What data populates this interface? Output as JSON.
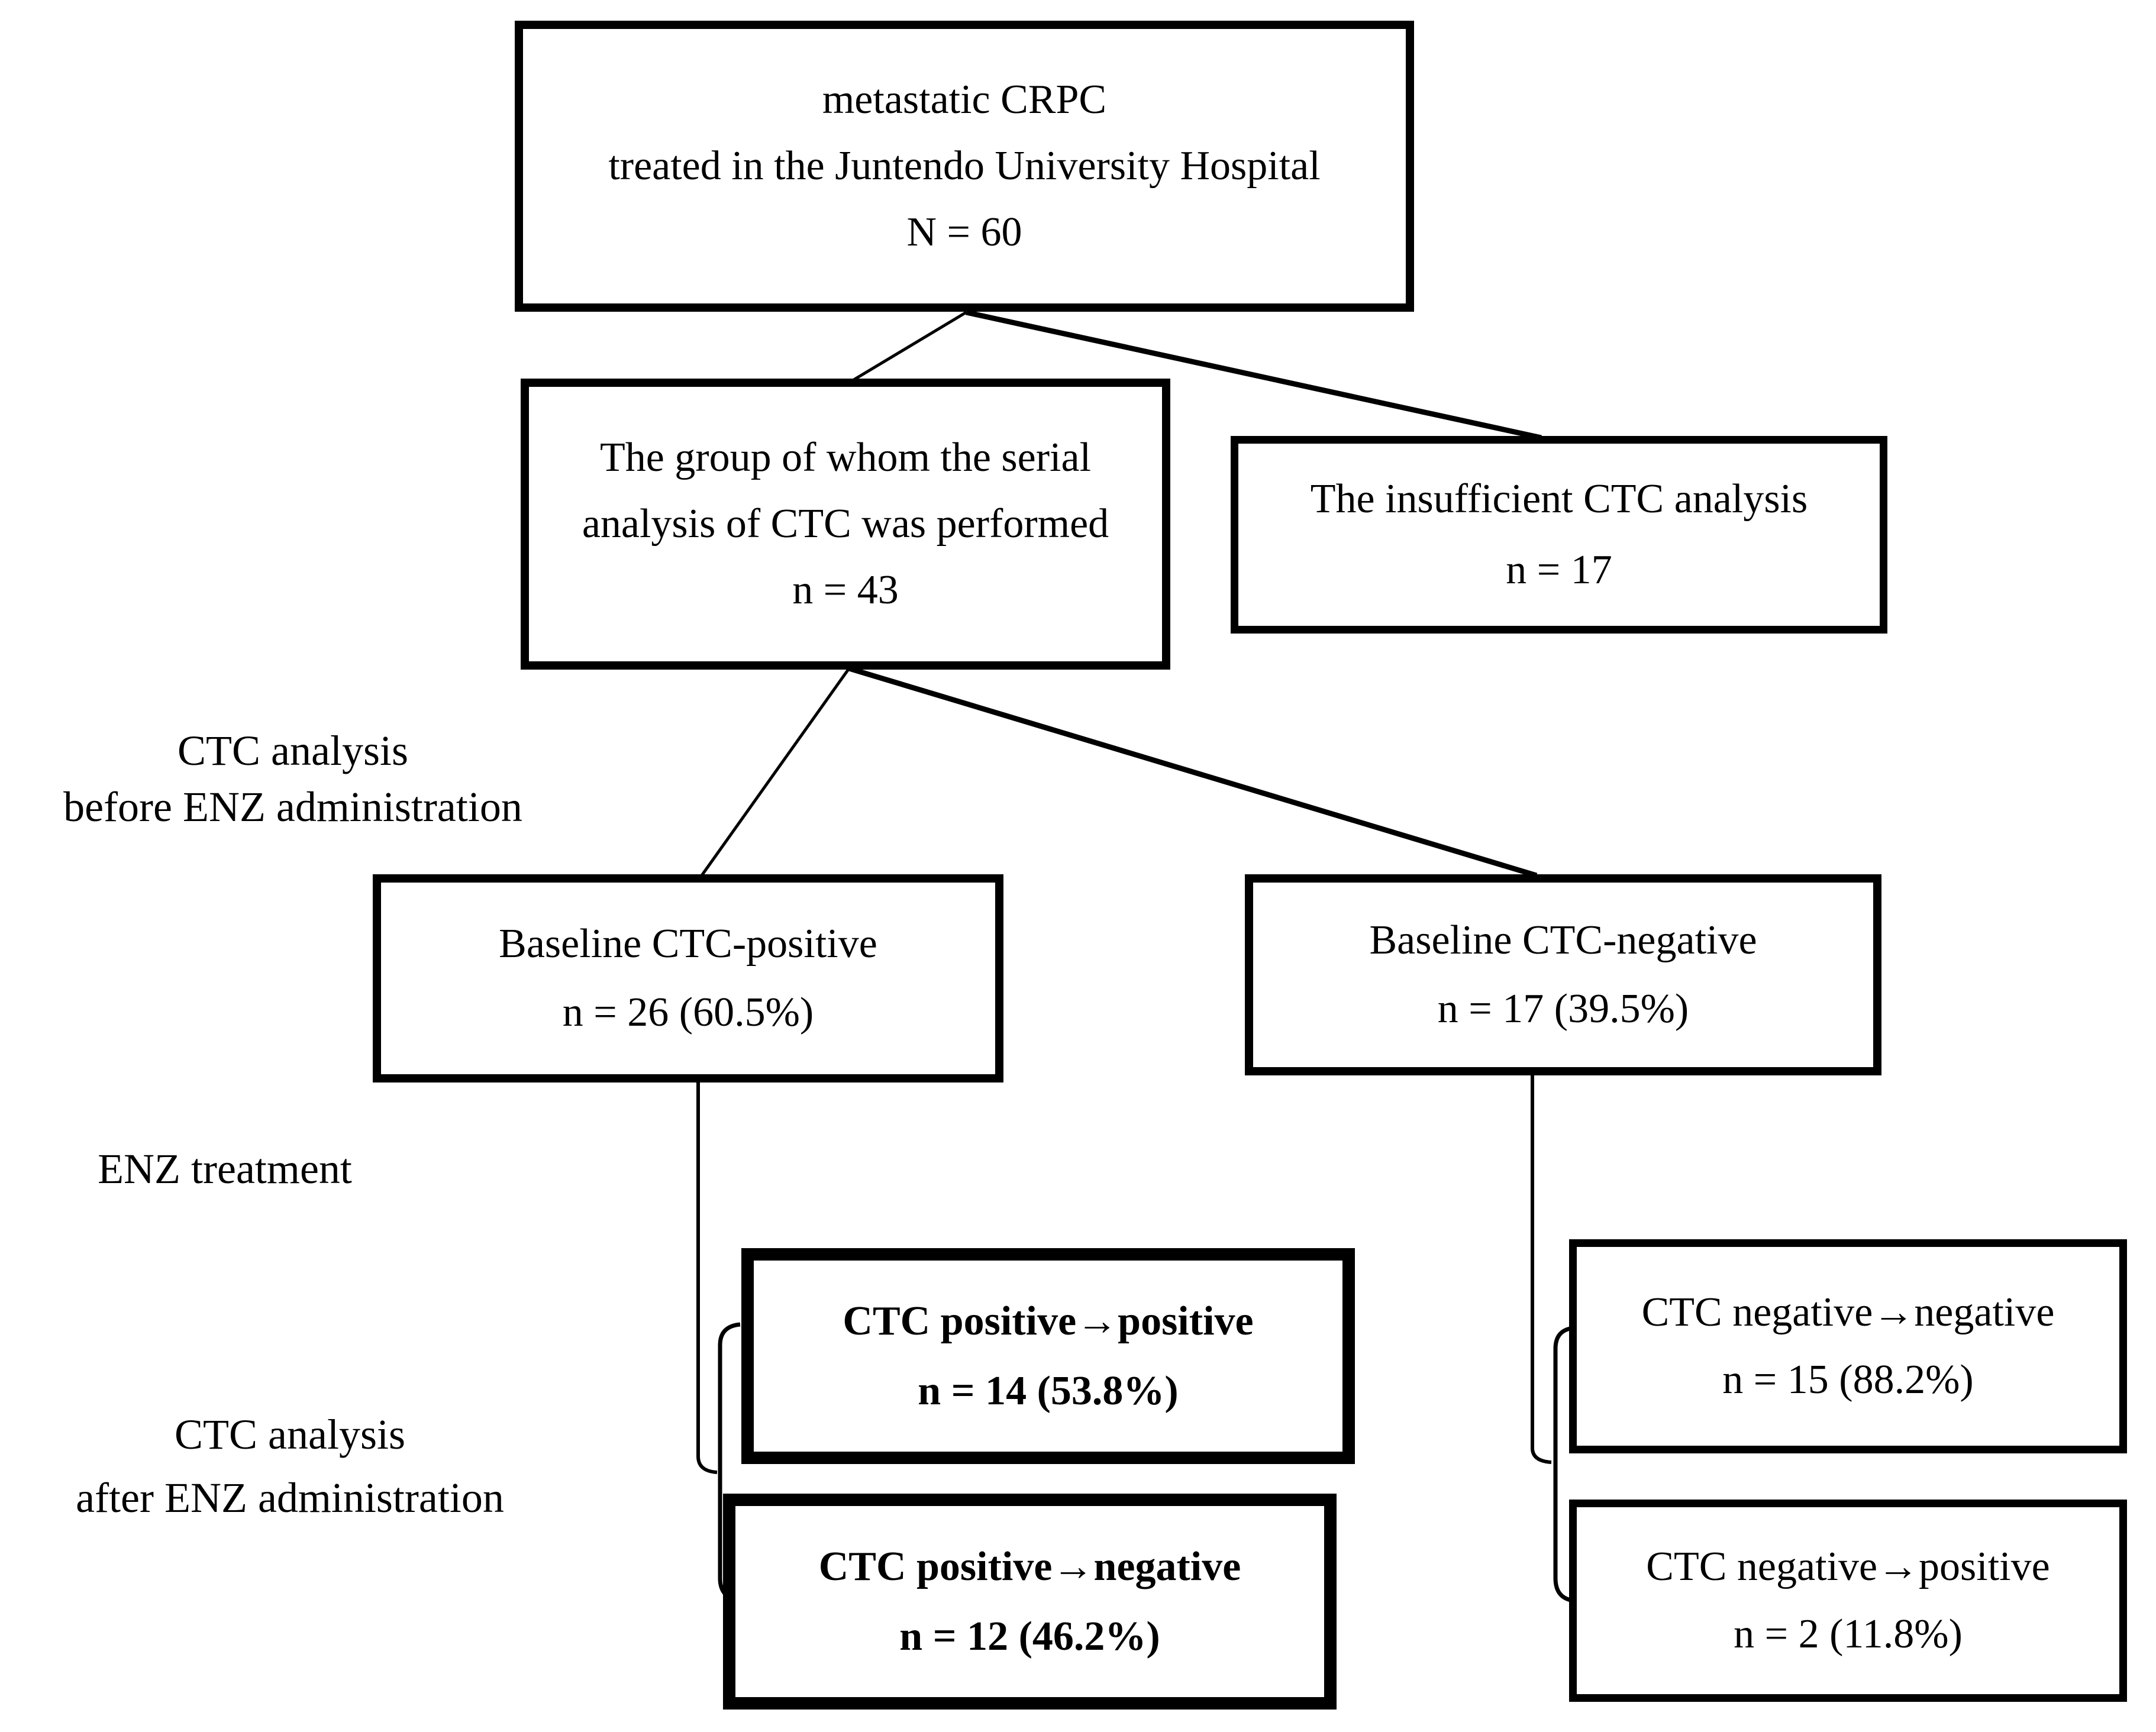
{
  "figure": {
    "type": "flow-diagram",
    "background": "#ffffff",
    "ink": "#000000"
  },
  "nodes": {
    "total": {
      "lines": [
        "metastatic CRPC",
        "treated in the Juntendo University Hospital",
        "N = 60"
      ]
    },
    "serial_group": {
      "lines": [
        "The group of whom the serial",
        "analysis of CTC was performed",
        "n = 43"
      ]
    },
    "insufficient": {
      "lines": [
        "The insufficient CTC analysis",
        "n = 17"
      ]
    },
    "baseline_positive": {
      "lines": [
        "Baseline CTC-positive",
        "n = 26 (60.5%)"
      ]
    },
    "baseline_negative": {
      "lines": [
        "Baseline CTC-negative",
        "n = 17 (39.5%)"
      ]
    },
    "pos_to_pos": {
      "lines": [
        "CTC positive→positive",
        "n = 14 (53.8%)"
      ],
      "emphasis": "bold"
    },
    "pos_to_neg": {
      "lines": [
        "CTC positive→negative",
        "n = 12 (46.2%)"
      ],
      "emphasis": "bold"
    },
    "neg_to_neg": {
      "lines": [
        "CTC negative→negative",
        "n = 15 (88.2%)"
      ]
    },
    "neg_to_pos": {
      "lines": [
        "CTC negative→positive",
        "n = 2 (11.8%)"
      ]
    }
  },
  "stage_labels": {
    "before": {
      "lines": [
        "CTC analysis",
        "before ENZ administration"
      ]
    },
    "treatment": {
      "lines": [
        "ENZ treatment"
      ]
    },
    "after": {
      "lines": [
        "CTC analysis",
        "after ENZ administration"
      ]
    }
  }
}
